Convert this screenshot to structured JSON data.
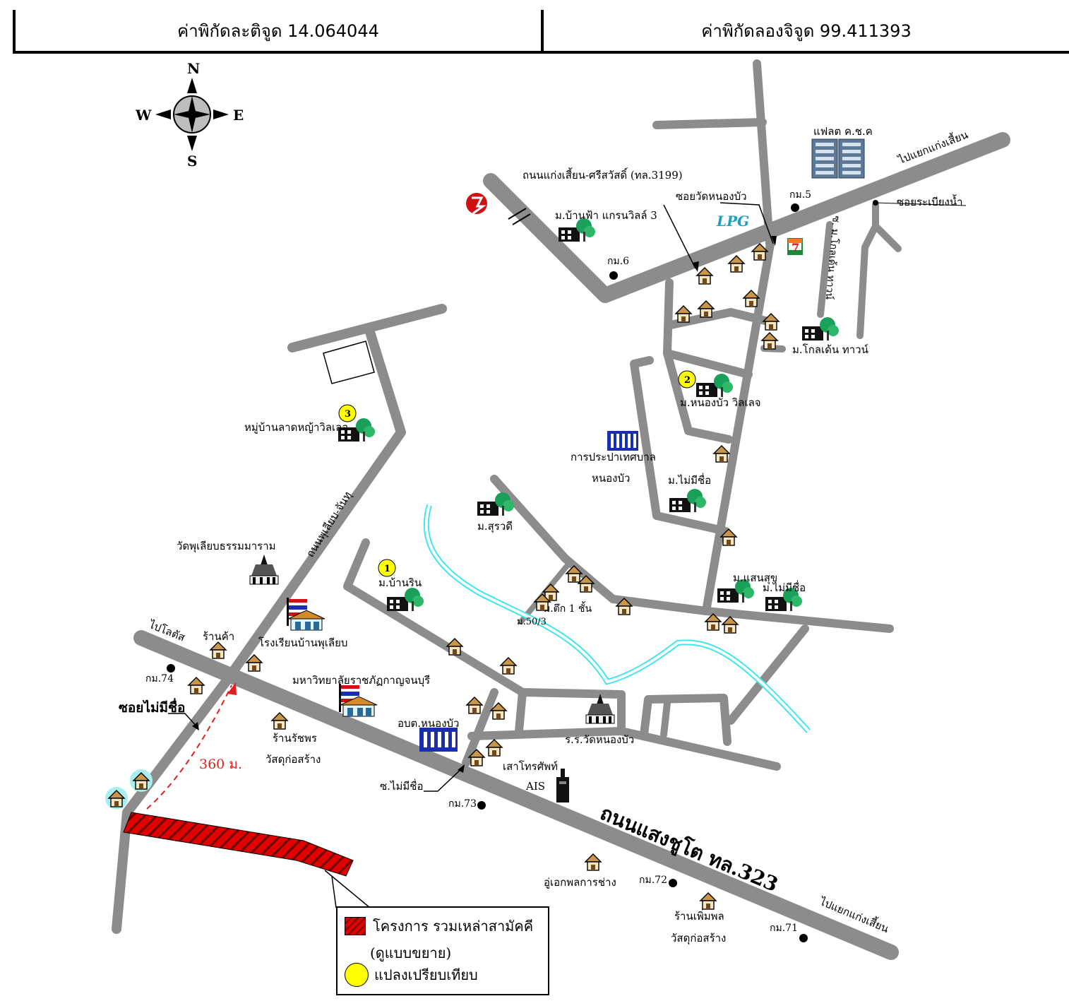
{
  "header": {
    "latitude_label": "ค่าพิกัดละติจูด 14.064044",
    "longitude_label": "ค่าพิกัดลองจิจูด 99.411393"
  },
  "compass": {
    "n": "N",
    "s": "S",
    "e": "E",
    "w": "W"
  },
  "roads": {
    "main_highway": "ถนนแสงชูโต ทล.323",
    "to_thaengsian_bottom": "ไปแยกแก่งเสี้ยน",
    "to_thaengsian_top": "ไปแยกแก่งเสี้ยน",
    "to_lotus": "ไปโลตัส",
    "upper_road": "ถนนแก่งเสี้ยน-ศรีสวัสดิ์ (ทล.3199)",
    "phuthian_road": "ถนนพุเลียบ-จันทุ",
    "soi_wat_nongbua": "ซอยวัดหนองบัว",
    "soi_rabiang_nam": "ซอยระเบียงน้ำ",
    "soi_mai_mi_chue_left": "ซอยไม่มีชื่อ",
    "soi_mai_mi_chue_bottom": "ซ.ไม่มีชื่อ",
    "soi_vertical": "ซ. ม.โกลเด้น ทาวน์"
  },
  "kilometer_markers": {
    "km5": "กม.5",
    "km6": "กม.6",
    "km71": "กม.71",
    "km72": "กม.72",
    "km73": "กม.73",
    "km74": "กม.74"
  },
  "places": {
    "flat": "แฟลต ค.ช.ค",
    "baan_fa": "ม.บ้านฟ้า แกรนวิลล์ 3",
    "golden_town": "ม.โกลเด้น ทาวน์",
    "nongbua_village": "ม.หนองบัว วิลเลจ",
    "water_office_1": "การประปาเทศบาล",
    "water_office_2": "หนองบัว",
    "mai_mi_chue_1": "ม.ไม่มีชื่อ",
    "mai_mi_chue_2": "ม.ไม่มีชื่อ",
    "saen_suk": "ม.แสนสุข",
    "surawadee": "ม.สุรวดี",
    "tuek_1": "ม.ตึก 1 ชั้น",
    "m50_3": "ม.50/3",
    "baan_rin": "ม.บ้านริน",
    "lat_ya_village": "หมู่บ้านลาดหญ้าวิลเลจ",
    "wat_phuthian": "วัดพุเลียบธรรมมาราม",
    "school_phuthian": "โรงเรียนบ้านพุเลียบ",
    "shop_left": "ร้านค้า",
    "university": "มหาวิทยาลัยราชภัฏกาญจนบุรี",
    "obt": "อบต.หนองบัว",
    "school_wat": "ร.ร.วัดหนองบัว",
    "ais_tower": "เสาโทรศัพท์",
    "ais": "AIS",
    "shop_rajaporn_1": "ร้านรัชพร",
    "shop_rajaporn_2": "วัสดุก่อสร้าง",
    "garage": "อู่เอกพลการช่าง",
    "shop_phoemphon_1": "ร้านเพิ่มพล",
    "shop_phoemphon_2": "วัสดุก่อสร้าง",
    "lpg": "LPG",
    "seven": "7"
  },
  "comparison_plots": [
    "1",
    "2",
    "3"
  ],
  "distance_label": "360 ม.",
  "legend": {
    "project": "โครงการ รวมเหล่าสามัคคี",
    "project_note": "(ดูแบบขยาย)",
    "comparison": "แปลงเปรียบเทียบ"
  },
  "colors": {
    "road": "#8c8c8c",
    "river": "#44e6ee",
    "project": "#e00000",
    "plot_marker": "#ffff00",
    "building_blue": "#1a2fb0",
    "distance_line": "#e02020"
  }
}
